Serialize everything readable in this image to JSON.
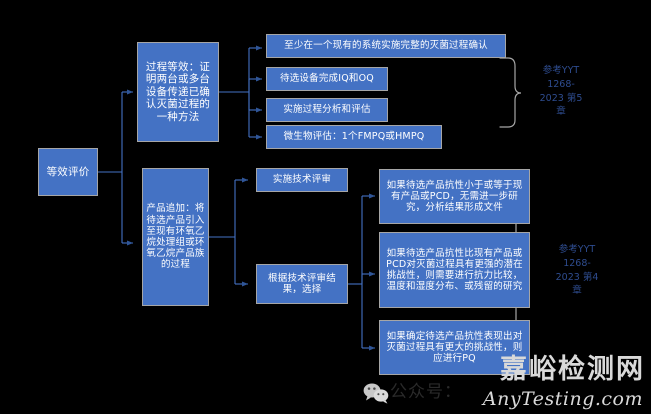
{
  "diagram": {
    "title": "等效评价",
    "background_color": "#000000",
    "node_fill": "#4472C4",
    "node_border": "#A6A6A6",
    "node_text_color": "#FFFFFF",
    "connector_color": "#4472C4",
    "brace_color": "#A6A6A6",
    "annotation_color": "#2E4C8F"
  },
  "root": {
    "label": "等效评价"
  },
  "branches": [
    {
      "id": "process-equivalence",
      "label": "过程等效：证明两台或多台设备传递已确认灭菌过程的一种方法",
      "children": [
        {
          "id": "leaf-1",
          "label": "至少在一个现有的系统实施完整的灭菌过程确认"
        },
        {
          "id": "leaf-2",
          "label": "待选设备完成IQ和OQ"
        },
        {
          "id": "leaf-3",
          "label": "实施过程分析和评估"
        },
        {
          "id": "leaf-4",
          "label": "微生物评估：1个FMPQ或HMPQ"
        }
      ],
      "reference": "参考YYT\n1268-\n2023 第5\n章"
    },
    {
      "id": "product-addition",
      "label": "产品追加：将待选产品引入至现有环氧乙烷处理组或环氧乙烷产品族的过程",
      "children": [
        {
          "id": "leaf-5",
          "label": "实施技术评审"
        },
        {
          "id": "leaf-6",
          "label": "根据技术评审结果，选择"
        }
      ],
      "grandchildren": [
        {
          "id": "leaf-7",
          "label": "如果待选产品抗性小于或等于现有产品或PCD，无需进一步研究，分析结果形成文件"
        },
        {
          "id": "leaf-8",
          "label": "如果待选产品抗性比现有产品或PCD对灭菌过程具有更强的潜在挑战性，则需要进行抗力比较，温度和湿度分布、或残留的研究"
        },
        {
          "id": "leaf-9",
          "label": "如果确定待选产品抗性表现出对灭菌过程具有更大的挑战性，则应进行PQ"
        }
      ],
      "reference": "参考YYT\n1268-\n2023 第4\n章"
    }
  ],
  "watermark": {
    "chinese": "嘉峪检测网",
    "english": "AnyTesting.com",
    "wechat_label": "公众号："
  }
}
